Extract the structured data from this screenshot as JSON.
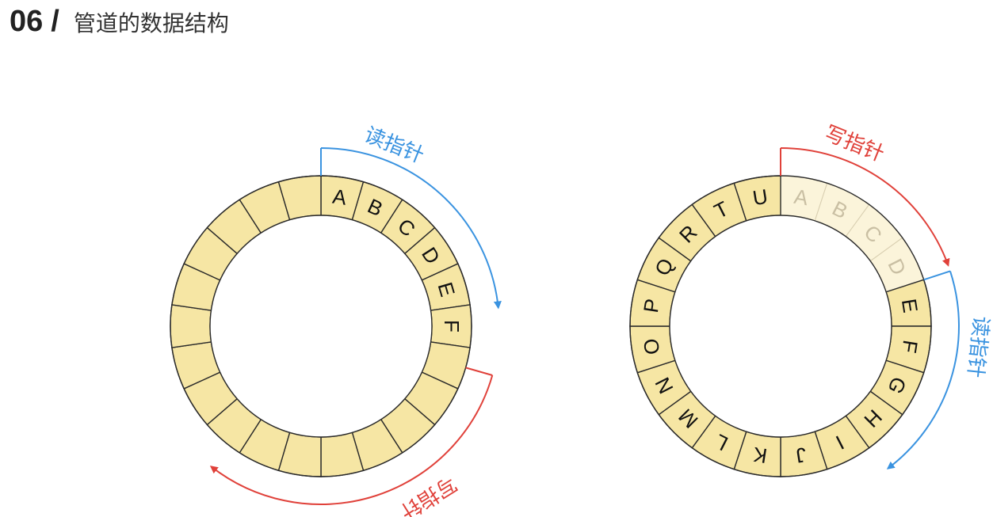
{
  "header": {
    "number": "06",
    "slash": "/",
    "title": "管道的数据结构"
  },
  "colors": {
    "cell_fill": "#f6e6a4",
    "cell_fill_faded": "#fbf4da",
    "stroke": "#2a2a2a",
    "read_pointer": "#3a93e0",
    "write_pointer": "#e0413a"
  },
  "rings": [
    {
      "cells": [
        "A",
        "B",
        "C",
        "D",
        "E",
        "F",
        "",
        "",
        "",
        "",
        "",
        "",
        "",
        "",
        "",
        "",
        "",
        "",
        "",
        "",
        "",
        ""
      ],
      "faded": [],
      "pointers": [
        {
          "label": "读指针",
          "color": "read"
        },
        {
          "label": "写指针",
          "color": "write"
        }
      ]
    },
    {
      "cells": [
        "A",
        "B",
        "C",
        "D",
        "E",
        "F",
        "G",
        "H",
        "I",
        "J",
        "K",
        "L",
        "M",
        "N",
        "O",
        "P",
        "Q",
        "R",
        "T",
        "U"
      ],
      "faded": [
        0,
        1,
        2,
        3
      ],
      "pointers": [
        {
          "label": "写指针",
          "color": "write"
        },
        {
          "label": "读指针",
          "color": "read"
        }
      ]
    }
  ]
}
